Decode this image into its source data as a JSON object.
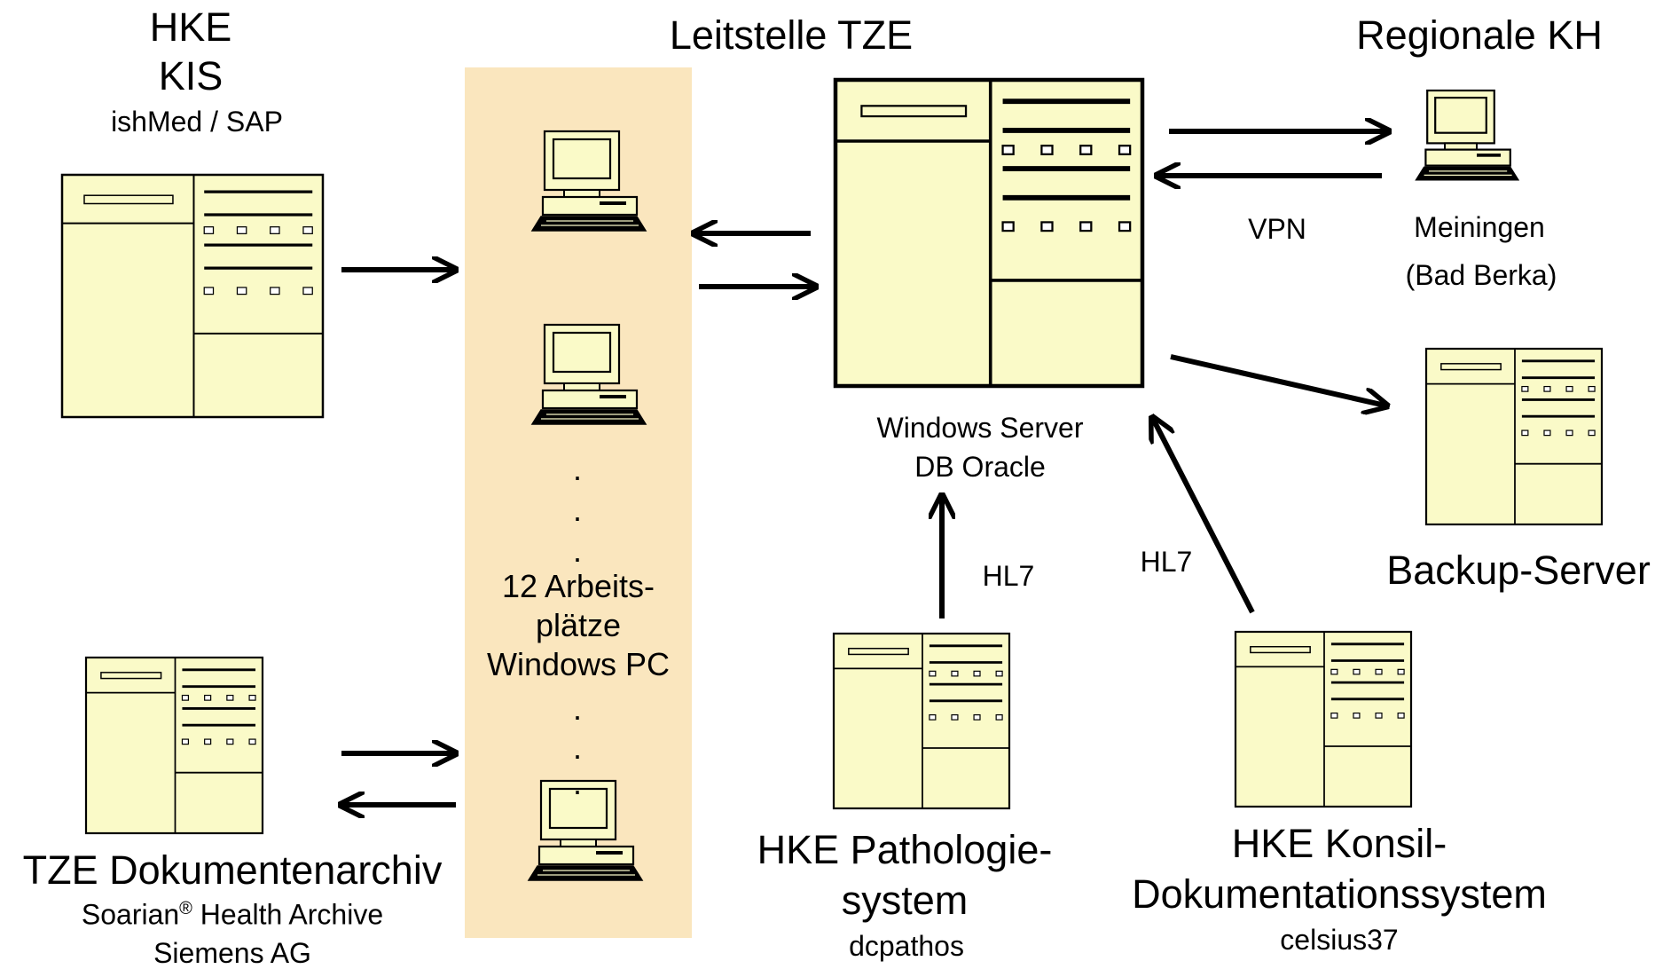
{
  "hke_kis": {
    "title1": "HKE",
    "title2": "KIS",
    "subtitle": "ishMed / SAP"
  },
  "leitstelle": {
    "title": "Leitstelle TZE",
    "server_line1": "Windows Server",
    "server_line2": "DB Oracle"
  },
  "regionale": {
    "title": "Regionale KH",
    "vpn": "VPN",
    "site1": "Meiningen",
    "site2": "(Bad Berka)"
  },
  "backup": {
    "title": "Backup-Server"
  },
  "workstations": {
    "line1": "12 Arbeits-",
    "line2": "plätze",
    "line3": "Windows PC",
    "dot": "."
  },
  "pathologie": {
    "title1": "HKE Pathologie-",
    "title2": "system",
    "subtitle": "dcpathos",
    "protocol": "HL7"
  },
  "konsil": {
    "title1": "HKE Konsil-",
    "title2": "Dokumentationssystem",
    "subtitle": "celsius37",
    "protocol": "HL7"
  },
  "archiv": {
    "title": "TZE Dokumentenarchiv",
    "sub1_main": "Soarian",
    "sub1_reg": "®",
    "sub1_rest": " Health Archive",
    "sub2": "Siemens  AG"
  },
  "colors": {
    "server_fill": "#fafac8",
    "workstation_band": "#fae6be",
    "stroke": "#000000"
  }
}
